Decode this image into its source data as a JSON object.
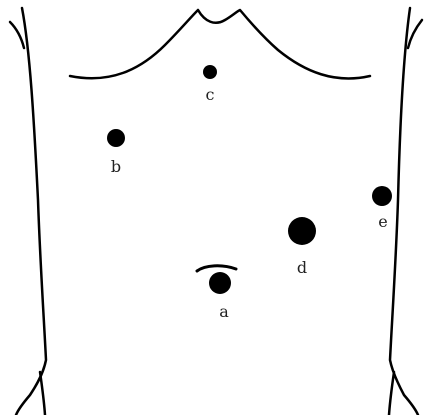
{
  "diagram": {
    "outline_color": "#000000",
    "marker_color": "#000000",
    "background": "#ffffff"
  },
  "labels": {
    "a": "a",
    "b": "b",
    "c": "c",
    "d": "d",
    "e": "e"
  }
}
